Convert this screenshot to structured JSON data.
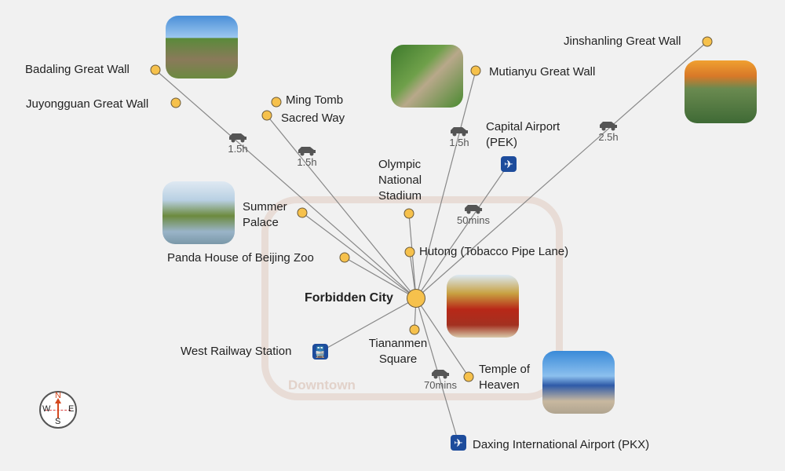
{
  "center": {
    "label": "Forbidden City"
  },
  "places": [
    {
      "id": "badaling",
      "label": "Badaling Great Wall"
    },
    {
      "id": "juyongguan",
      "label": "Juyongguan Great Wall"
    },
    {
      "id": "mingtomb",
      "label": "Ming Tomb"
    },
    {
      "id": "sacredway",
      "label": "Sacred Way"
    },
    {
      "id": "mutianyu",
      "label": "Mutianyu Great Wall"
    },
    {
      "id": "jinshanling",
      "label": "Jinshanling Great Wall"
    },
    {
      "id": "capital",
      "label": "Capital Airport (PEK)"
    },
    {
      "id": "olympic",
      "label": "Olympic National Stadium"
    },
    {
      "id": "summer",
      "label": "Summer Palace"
    },
    {
      "id": "hutong",
      "label": "Hutong (Tobacco Pipe Lane)"
    },
    {
      "id": "panda",
      "label": "Panda House of Beijing Zoo"
    },
    {
      "id": "westrail",
      "label": "West Railway Station"
    },
    {
      "id": "tiananmen",
      "label": "Tiananmen Square"
    },
    {
      "id": "temple",
      "label": "Temple of Heaven"
    },
    {
      "id": "daxing",
      "label": "Daxing International Airport (PKX)"
    }
  ],
  "travel_times": {
    "badaling": "1.5h",
    "mingtomb": "1.5h",
    "mutianyu": "1.5h",
    "jinshanling": "2.5h",
    "capital": "50mins",
    "daxing": "70mins"
  },
  "area_label": "Downtown",
  "compass": {
    "n": "N",
    "s": "S",
    "e": "E",
    "w": "W"
  },
  "colors": {
    "dot": "#f6c14c",
    "badge": "#1d4c9c",
    "downtown": "#e8dcd6"
  }
}
